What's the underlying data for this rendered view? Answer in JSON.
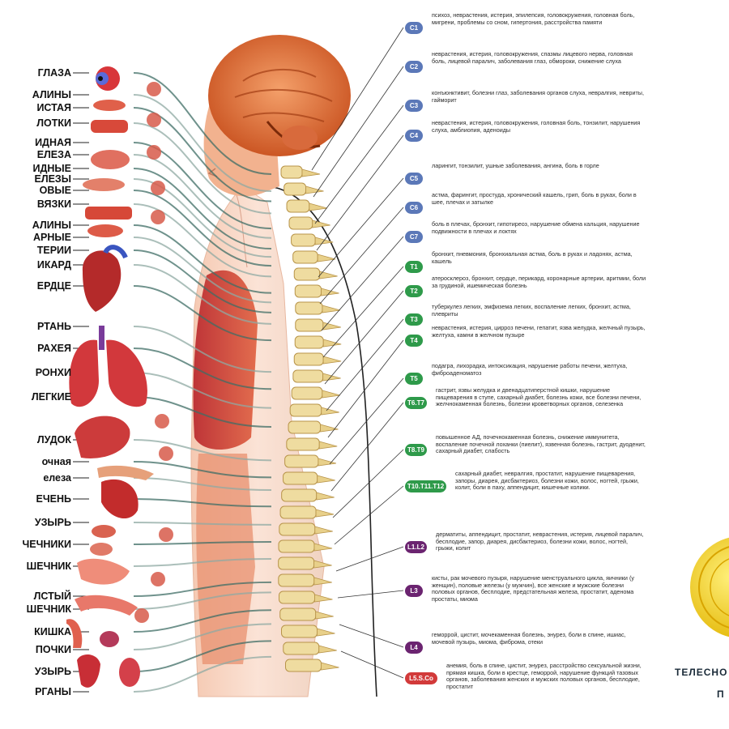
{
  "organs": [
    {
      "id": "eyes",
      "label": "ГЛАЗА"
    },
    {
      "id": "tonsils",
      "label": "АЛИНЫ"
    },
    {
      "id": "mastoid",
      "label": "ИСТАЯ"
    },
    {
      "id": "bones",
      "label": "ЛОТКИ"
    },
    {
      "id": "thyroid",
      "label": "ИДНАЯ"
    },
    {
      "id": "thyroid2",
      "label": "ЕЛЕЗА"
    },
    {
      "id": "parathyroid",
      "label": "ИДНЫЕ"
    },
    {
      "id": "parathyroid2",
      "label": "ЕЛЕЗЫ"
    },
    {
      "id": "vocal",
      "label": "ОВЫЕ"
    },
    {
      "id": "ligaments",
      "label": "ВЯЗКИ"
    },
    {
      "id": "tonsils2",
      "label": "АЛИНЫ"
    },
    {
      "id": "coronary",
      "label": "АРНЫЕ"
    },
    {
      "id": "arteries",
      "label": "ТЕРИИ"
    },
    {
      "id": "pericard",
      "label": "ИКАРД"
    },
    {
      "id": "heart",
      "label": "ЕРДЦЕ"
    },
    {
      "id": "larynx",
      "label": "РТАНЬ"
    },
    {
      "id": "trachea",
      "label": "РАХЕЯ"
    },
    {
      "id": "bronchi",
      "label": "РОНХИ"
    },
    {
      "id": "lungs",
      "label": "ЛЕГКИЕ"
    },
    {
      "id": "stomach",
      "label": "ЛУДОК"
    },
    {
      "id": "pancreas",
      "label": "очная"
    },
    {
      "id": "pancreas2",
      "label": "елеза"
    },
    {
      "id": "liver",
      "label": "ЕЧЕНЬ"
    },
    {
      "id": "gallbladder",
      "label": "УЗЫРЬ"
    },
    {
      "id": "kidneys_top",
      "label": "ЧЕЧНИКИ"
    },
    {
      "id": "smallint",
      "label": "ШЕЧНИК"
    },
    {
      "id": "colon1",
      "label": "ЛСТЫЙ"
    },
    {
      "id": "colon2",
      "label": "ШЕЧНИК"
    },
    {
      "id": "rectum",
      "label": "КИШКА"
    },
    {
      "id": "kidneys",
      "label": "ПОЧКИ"
    },
    {
      "id": "bladder",
      "label": "УЗЫРЬ"
    },
    {
      "id": "organs",
      "label": "РГАНЫ"
    }
  ],
  "segments": [
    {
      "code": "C1",
      "color": "#5b78b8",
      "text": "психоз, неврастения, истерия, эпилепсия, головокружения, головная боль, мигрени, проблемы со сном, гипертония, расстройства памяти"
    },
    {
      "code": "C2",
      "color": "#5b78b8",
      "text": "неврастения, истерия, головокружения, спазмы лицевого нерва, головная боль, лицевой паралич, заболевания глаз, обмороки, снижение слуха"
    },
    {
      "code": "C3",
      "color": "#5b78b8",
      "text": "конъюнктивит, болезни глаз, заболевания органов слуха, невралгия, невриты, гайморит"
    },
    {
      "code": "C4",
      "color": "#5b78b8",
      "text": "неврастения, истерия, головокружения, головная боль, тонзилит, нарушения слуха, амблиопия, аденоиды"
    },
    {
      "code": "C5",
      "color": "#5b78b8",
      "text": "ларингит, тонзилит, ушные заболевания, ангина, боль в горле"
    },
    {
      "code": "C6",
      "color": "#5b78b8",
      "text": "астма, фарингит, простуда, хронический кашель, грип, боль в руках, боли в шее, плечах и затылке"
    },
    {
      "code": "C7",
      "color": "#5b78b8",
      "text": "боль в плечах, бронхит, гипотиреоз, нарушение обмена кальция, нарушение подвижности в плечах и локтях"
    },
    {
      "code": "T1",
      "color": "#2e9a4a",
      "text": "бронхит, пневмония, бронхиальная астма, боль в руках и ладонях, астма, кашель"
    },
    {
      "code": "T2",
      "color": "#2e9a4a",
      "text": "атеросклероз, бронхит, сердце, перикард, коронарные артерии, аритмии, боли за грудиной, ишемическая болезнь"
    },
    {
      "code": "T3",
      "color": "#2e9a4a",
      "text": "туберкулез легких, эмфизема легких, воспаление легких, бронхит, астма, плевриты"
    },
    {
      "code": "T4",
      "color": "#2e9a4a",
      "text": "неврастения, истерия, цирроз печени, гепатит, язва желудка, желчный пузырь, желтуха, камни в желчном пузыре"
    },
    {
      "code": "T5",
      "color": "#2e9a4a",
      "text": "подагра, лихорадка, интоксикация, нарушение работы печени, желтуха, фиброаденоматоз"
    },
    {
      "code": "T6.T7",
      "color": "#2e9a4a",
      "text": "гастрит, язвы желудка и двенадцатиперстной кишки, нарушение пищеварения в ступе, сахарный диабет, болезнь кожи, все болезни печени, желчнокаменная болезнь, болезни кроветворных органов, селезенка"
    },
    {
      "code": "T8.T9",
      "color": "#2e9a4a",
      "text": "повышенное АД, почечнокаменная болезнь, снижение иммунитета, воспаление почечной лоханки (пиелит), язвенная болезнь, гастрит, дуоденит, сахарный диабет, слабость"
    },
    {
      "code": "T10.T11.T12",
      "color": "#2e9a4a",
      "text": "сахарный диабет, невралгия, простатит, нарушение пищеварения, запоры, диарея, дисбактериоз, болезни кожи, волос, ногтей, грыжи, колит, боли в паху, аппендицит, кишечные колики."
    },
    {
      "code": "L1.L2",
      "color": "#6b2470",
      "text": "дерматиты, аппендицит, простатит, неврастения, истерия, лицевой паралич, бесплодие, запор, диарея, дисбактериоз, болезни кожи, волос, ногтей, грыжи, колит"
    },
    {
      "code": "L3",
      "color": "#6b2470",
      "text": "кисты, рак мочевого пузыря, нарушение менструального цикла, яичники (у женщин), половые железы (у мужчин), все женские и мужские болезни половых органов, бесплодие, предстательная железа, простатит, аденома простаты, миома"
    },
    {
      "code": "L4",
      "color": "#6b2470",
      "text": "геморрой, цистит, мочекаменная болезнь, энурез, боли в спине, ишиас, мочевой пузырь, миома, фиброма, отеки"
    },
    {
      "code": "L5.S.Co",
      "color": "#d23a3a",
      "text": "анемия, боль в спине, цистит, энурез, расстройство сексуальной жизни, прямая кишка, боли в крестце, геморрой, нарушение функций тазовых органов, заболевания женских и мужских половых органов, бесплодие, простатит"
    }
  ],
  "logo": {
    "line1": "ТЕЛЕСНО",
    "line2": "П"
  }
}
